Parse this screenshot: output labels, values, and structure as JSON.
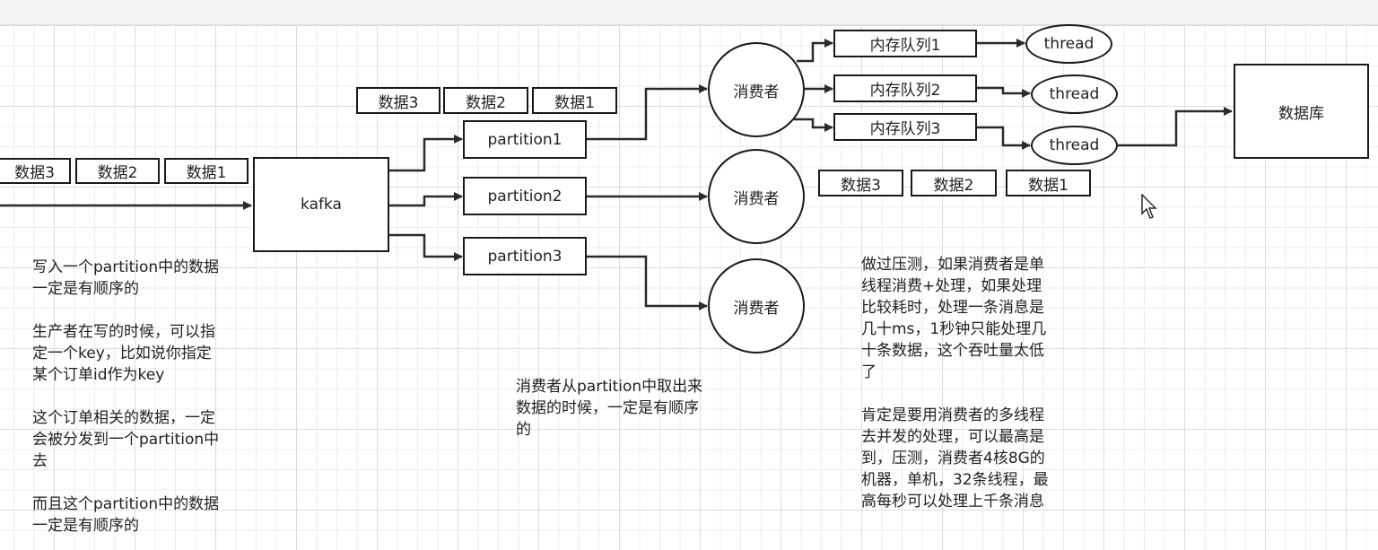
{
  "diagram": {
    "producer_queue": [
      "数据3",
      "数据2",
      "数据1"
    ],
    "kafka": "kafka",
    "partition_queue": [
      "数据3",
      "数据2",
      "数据1"
    ],
    "partitions": [
      "partition1",
      "partition2",
      "partition3"
    ],
    "consumers": [
      "消费者",
      "消费者",
      "消费者"
    ],
    "memory_queues": [
      "内存队列1",
      "内存队列2",
      "内存队列3"
    ],
    "threads": [
      "thread",
      "thread",
      "thread"
    ],
    "thread_queue": [
      "数据3",
      "数据2",
      "数据1"
    ],
    "database": "数据库"
  },
  "notes": {
    "left": "写入一个partition中的数据\n一定是有顺序的\n\n生产者在写的时候，可以指\n定一个key，比如说你指定\n某个订单id作为key\n\n这个订单相关的数据，一定\n会被分发到一个partition中\n去\n\n而且这个partition中的数据\n一定是有顺序的",
    "middle": "消费者从partition中取出来\n数据的时候，一定是有顺序\n的",
    "right": "做过压测，如果消费者是单\n线程消费+处理，如果处理\n比较耗时，处理一条消息是\n几十ms，1秒钟只能处理几\n十条数据，这个吞吐量太低\n了\n\n肯定是要用消费者的多线程\n去并发的处理，可以最高是\n到，压测，消费者4核8G的\n机器，单机，32条线程，最\n高每秒可以处理上千条消息"
  },
  "icons": {
    "cursor": "mouse-pointer-icon"
  }
}
